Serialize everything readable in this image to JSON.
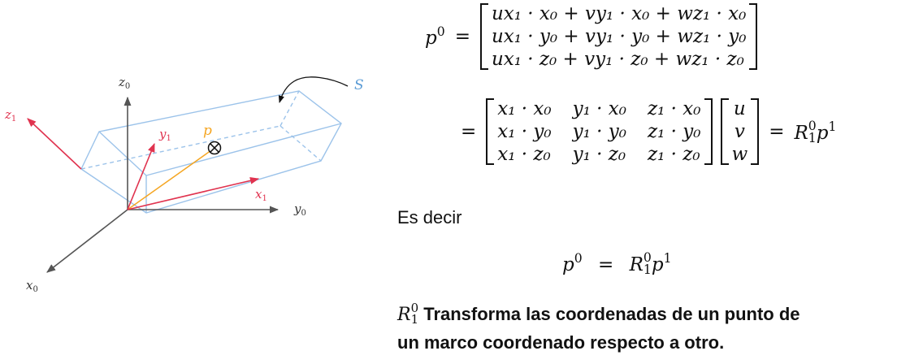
{
  "diagram": {
    "labels": {
      "z0": "z",
      "z0_sub": "0",
      "y0": "y",
      "y0_sub": "0",
      "x0": "x",
      "x0_sub": "0",
      "z1": "z",
      "z1_sub": "1",
      "y1": "y",
      "y1_sub": "1",
      "x1": "x",
      "x1_sub": "1",
      "p": "p",
      "s": "S"
    },
    "colors": {
      "frame0": "#555555",
      "frame1": "#e0334f",
      "box": "#9cc3ea",
      "point": "#f5a623",
      "s_label": "#5a9bd5"
    }
  },
  "equations": {
    "eq1": {
      "lhs": "p",
      "lhs_sup": "0",
      "rel": "=",
      "rows": [
        "ux₁ · x₀ + vy₁ · x₀ + wz₁ · x₀",
        "ux₁ · y₀ + vy₁ · y₀ + wz₁ · y₀",
        "ux₁ · z₀ + vy₁ · z₀ + wz₁ · z₀"
      ]
    },
    "eq2": {
      "rel": "=",
      "matrix": [
        [
          "x₁ · x₀",
          "y₁ · x₀",
          "z₁ · x₀"
        ],
        [
          "x₁ · y₀",
          "y₁ · y₀",
          "z₁ · y₀"
        ],
        [
          "x₁ · z₀",
          "y₁ · z₀",
          "z₁ · z₀"
        ]
      ],
      "vector": [
        "u",
        "v",
        "w"
      ],
      "rel2": "=",
      "rhs_R": "R",
      "rhs_R_sup": "0",
      "rhs_R_sub": "1",
      "rhs_p": "p",
      "rhs_p_sup": "1"
    }
  },
  "es_decir": "Es decir",
  "main_eq": {
    "lhs": "p",
    "lhs_sup": "0",
    "rel": "=",
    "R": "R",
    "R_sup": "0",
    "R_sub": "1",
    "p": "p",
    "p_sup": "1"
  },
  "note": {
    "R": "R",
    "R_sup": "0",
    "R_sub": "1",
    "line1": "Transforma las coordenadas de un punto de",
    "line2": "un marco coordenado respecto a otro."
  }
}
